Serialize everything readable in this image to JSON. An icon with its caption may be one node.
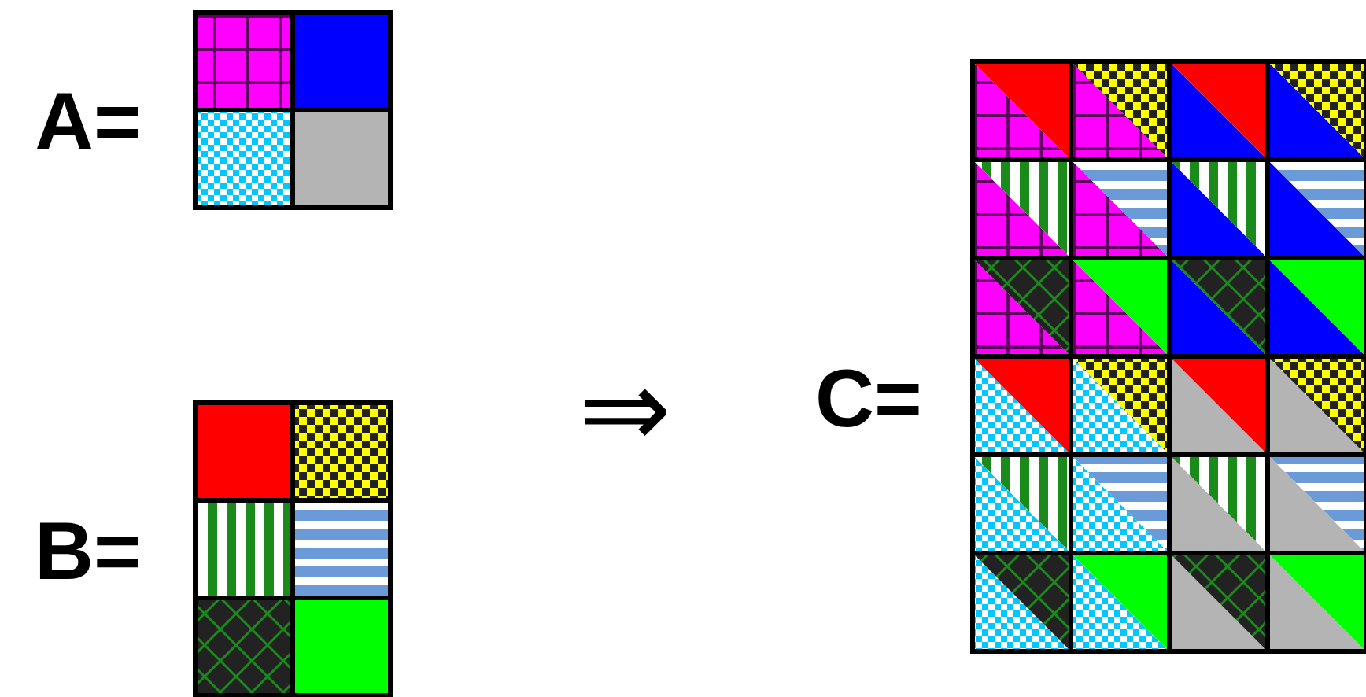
{
  "diagram": {
    "labels": [
      "A=",
      "B=",
      "⇒",
      "C="
    ]
  }
}
